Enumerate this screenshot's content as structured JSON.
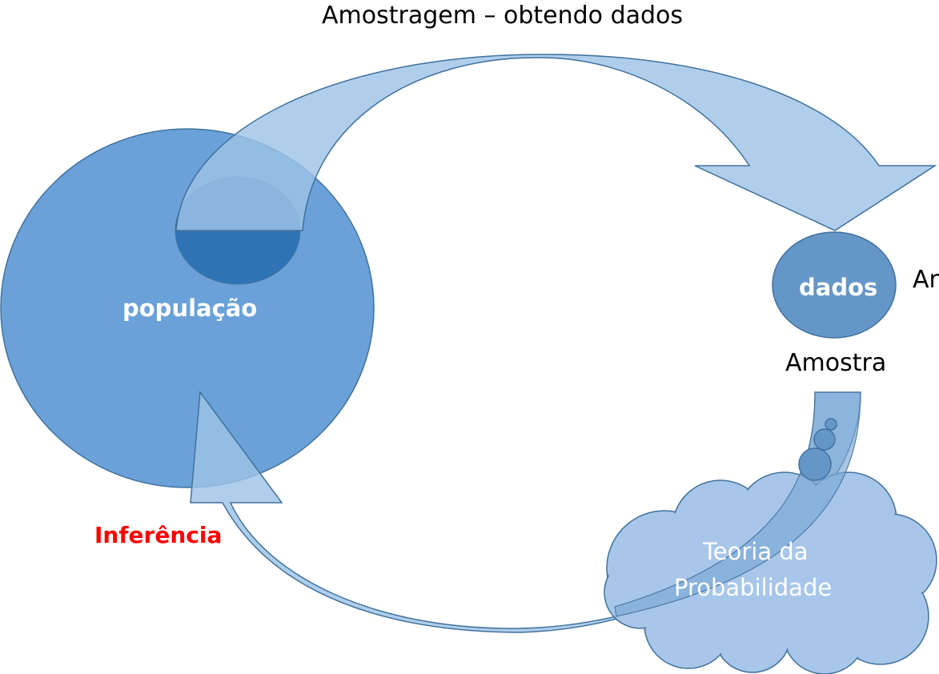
{
  "diagram": {
    "title": "Amostragem – obtendo dados",
    "population_label": "população",
    "data_label": "dados",
    "sample_label": "Amostra",
    "clipped_label": "An",
    "inference_label": "Inferência",
    "probability_label_line1": "Teoria da",
    "probability_label_line2": "Probabilidade"
  },
  "colors": {
    "population_fill": "#6aa1d8",
    "population_stroke": "#41719c",
    "inner_fill": "#2e74b5",
    "data_fill": "#6596c8",
    "arrow_fill": "#9dc3e6",
    "cloud_fill": "#a7c6e9",
    "inference_text": "#ff0000",
    "white_text": "#ffffff",
    "black_text": "#000000"
  }
}
